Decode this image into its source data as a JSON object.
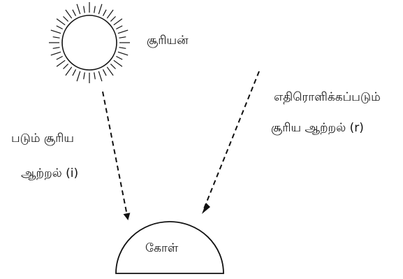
{
  "labels": {
    "sun": "சூரியன்",
    "incident_line1": "படும் சூரிய",
    "incident_line2": "ஆற்றல் (i)",
    "reflected_line1": "எதிரொளிக்கப்படும்",
    "reflected_line2": "சூரிய ஆற்றல் (r)",
    "planet": "கோள்"
  },
  "icons": {
    "sun": "sun-icon",
    "planet": "planet-hemisphere"
  },
  "colors": {
    "stroke": "#111111",
    "background": "#ffffff"
  }
}
